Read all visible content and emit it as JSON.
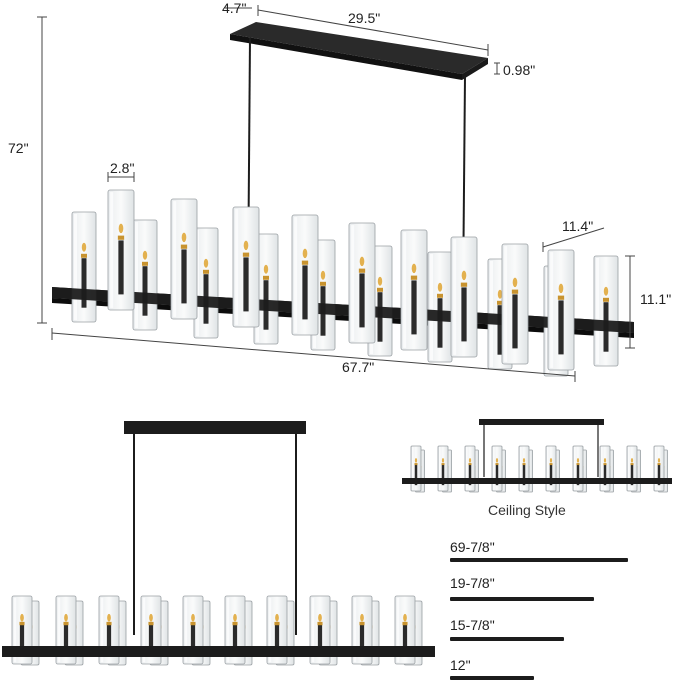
{
  "dimensions": {
    "depth": "4.7\"",
    "canopy_length": "29.5\"",
    "canopy_height": "0.98\"",
    "overall_height": "72\"",
    "shade_diameter": "2.8\"",
    "fixture_depth": "11.4\"",
    "fixture_height": "11.1\"",
    "overall_length": "67.7\""
  },
  "ceiling_caption": "Ceiling Style",
  "rods": [
    {
      "label": "69-7/8\"",
      "length_fraction": 1.0
    },
    {
      "label": "19-7/8\"",
      "length_fraction": 0.81
    },
    {
      "label": "15-7/8\"",
      "length_fraction": 0.64
    },
    {
      "label": "12\"",
      "length_fraction": 0.47
    }
  ],
  "colors": {
    "metal": "#1c1c1c",
    "glass_stroke": "#9aa0a4",
    "brass": "#c8932f",
    "dimension_line": "#444444"
  }
}
